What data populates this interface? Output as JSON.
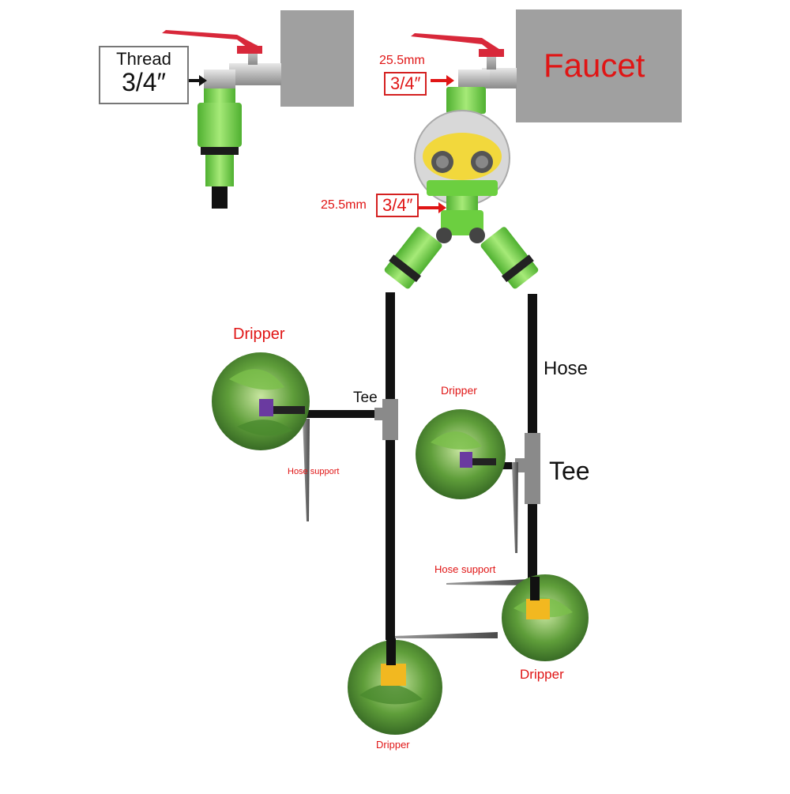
{
  "labels": {
    "thread": "Thread",
    "thread_size": "3/4″",
    "faucet": "Faucet",
    "faucet_mm": "25.5mm",
    "faucet_size": "3/4″",
    "outlet_mm": "25.5mm",
    "outlet_size": "3/4″",
    "dripper_top_left": "Dripper",
    "dripper_mid": "Dripper",
    "dripper_bottom_right": "Dripper",
    "dripper_bottom": "Dripper",
    "hose": "Hose",
    "tee_left": "Tee",
    "tee_right": "Tee",
    "hose_support_left": "Hose support",
    "hose_support_right": "Hose support"
  },
  "colors": {
    "label_red": "#e01515",
    "label_black": "#111111",
    "connector_green": "#7fd64a",
    "hose_black": "#111111",
    "tee_gray": "#8a8a8a",
    "wall_gray": "#a0a0a0",
    "timer_yellow": "#f2d83c",
    "valve_red": "#d8283a"
  }
}
